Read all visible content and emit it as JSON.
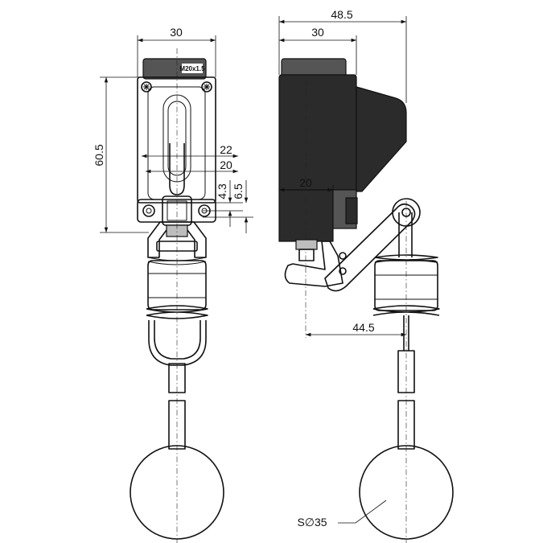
{
  "front_view": {
    "thread_label": "M20x1.5",
    "dims": {
      "width_top": "30",
      "height": "60.5",
      "d22": "22",
      "d20": "20",
      "d4_3": "4.3",
      "d6_5": "6.5"
    }
  },
  "side_view": {
    "dims": {
      "width_overall": "48.5",
      "width_body": "30",
      "d20": "20",
      "lever_reach": "44.5",
      "float_diameter": "S∅35"
    }
  }
}
